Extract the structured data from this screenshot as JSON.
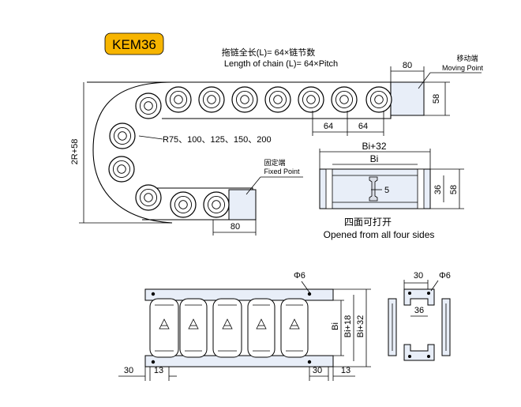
{
  "badge": {
    "text": "KEM36",
    "fill": "#f7b500"
  },
  "top_view": {
    "chain_length_cn": "拖链全长(L)= 64×链节数",
    "chain_length_en": "Length of chain (L)= 64×Pitch",
    "moving_point_cn": "移动端",
    "moving_point_en": "Moving Point",
    "fixed_point_cn": "固定端",
    "fixed_point_en": "Fixed Point",
    "radius_list": "R75、100、125、150、200",
    "dim_80_top": "80",
    "dim_58_right": "58",
    "dim_64_a": "64",
    "dim_64_b": "64",
    "dim_2r58": "2R+58",
    "dim_80_bottom": "80"
  },
  "cross_section": {
    "dim_bi32": "Bi+32",
    "dim_bi": "Bi",
    "dim_5": "5",
    "dim_36": "36",
    "dim_58": "58",
    "caption_cn": "四面可打开",
    "caption_en": "Opened from all four sides"
  },
  "plan_view": {
    "dim_phi6": "Φ6",
    "dim_bi": "Bi",
    "dim_bi18": "Bi+18",
    "dim_bi32": "Bi+32",
    "dim_30_left": "30",
    "dim_13_left": "13",
    "dim_30_right": "30",
    "dim_13_right": "13"
  },
  "end_view": {
    "dim_30": "30",
    "dim_phi6": "Φ6",
    "dim_36": "36"
  },
  "colors": {
    "line": "#000000",
    "frame_fill": "#e8eef8",
    "link_fill": "#ffffff"
  }
}
